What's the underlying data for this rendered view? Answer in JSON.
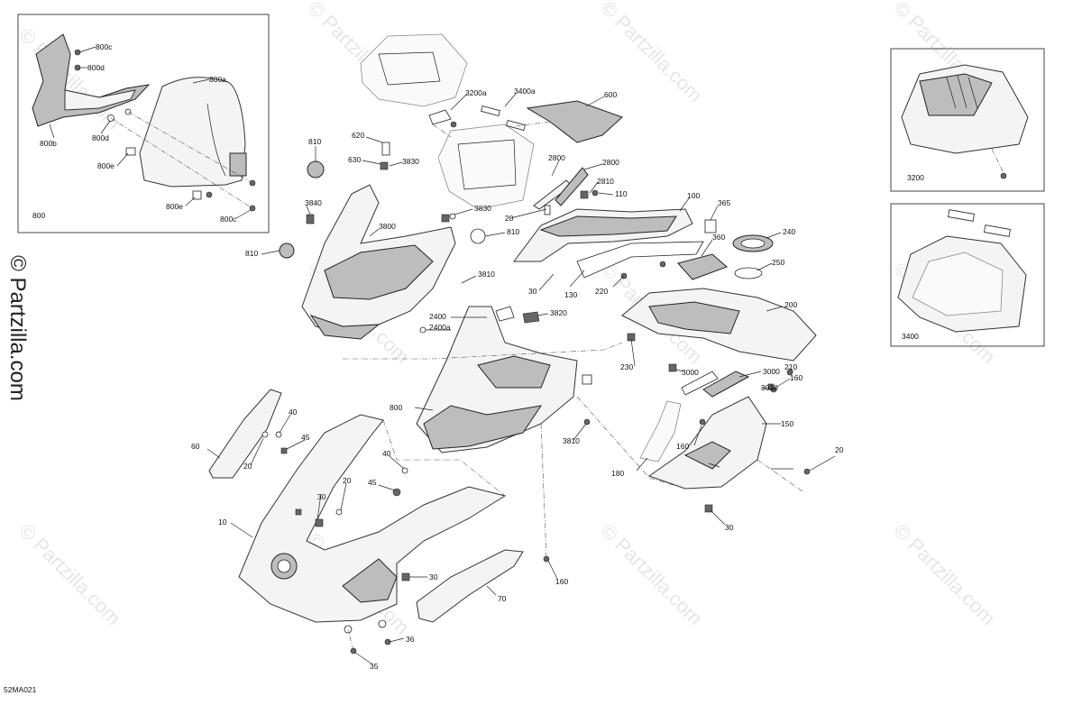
{
  "watermark": "© Partzilla.com",
  "diagram_code": "52MA021",
  "insets": {
    "left": "800",
    "top_right": "3200",
    "bottom_right": "3400"
  },
  "labels": [
    {
      "id": "l800c_1",
      "text": "800c"
    },
    {
      "id": "l800d_1",
      "text": "800d"
    },
    {
      "id": "l800a",
      "text": "800a"
    },
    {
      "id": "l800b",
      "text": "800b"
    },
    {
      "id": "l800d_2",
      "text": "800d"
    },
    {
      "id": "l800e_1",
      "text": "800e"
    },
    {
      "id": "l800e_2",
      "text": "800e"
    },
    {
      "id": "l800c_2",
      "text": "800c"
    },
    {
      "id": "l3200a",
      "text": "3200a"
    },
    {
      "id": "l3400a",
      "text": "3400a"
    },
    {
      "id": "l600",
      "text": "600"
    },
    {
      "id": "l620",
      "text": "620"
    },
    {
      "id": "l810_1",
      "text": "810"
    },
    {
      "id": "l630",
      "text": "630"
    },
    {
      "id": "l3830_1",
      "text": "3830"
    },
    {
      "id": "l2800_1",
      "text": "2800"
    },
    {
      "id": "l2800_2",
      "text": "2800"
    },
    {
      "id": "l2810",
      "text": "2810"
    },
    {
      "id": "l110",
      "text": "110"
    },
    {
      "id": "l3840",
      "text": "3840"
    },
    {
      "id": "l3830_2",
      "text": "3830"
    },
    {
      "id": "l20_1",
      "text": "20"
    },
    {
      "id": "l100",
      "text": "100"
    },
    {
      "id": "l365",
      "text": "365"
    },
    {
      "id": "l3800",
      "text": "3800"
    },
    {
      "id": "l810_2",
      "text": "810"
    },
    {
      "id": "l360",
      "text": "360"
    },
    {
      "id": "l240",
      "text": "240"
    },
    {
      "id": "l810_3",
      "text": "810"
    },
    {
      "id": "l250",
      "text": "250"
    },
    {
      "id": "l3810_1",
      "text": "3810"
    },
    {
      "id": "l30_1",
      "text": "30"
    },
    {
      "id": "l130",
      "text": "130"
    },
    {
      "id": "l220",
      "text": "220"
    },
    {
      "id": "l200",
      "text": "200"
    },
    {
      "id": "l2400",
      "text": "2400"
    },
    {
      "id": "l2400a",
      "text": "2400a"
    },
    {
      "id": "l3820",
      "text": "3820"
    },
    {
      "id": "l230",
      "text": "230"
    },
    {
      "id": "l3000_1",
      "text": "3000"
    },
    {
      "id": "l3000_2",
      "text": "3000"
    },
    {
      "id": "l210",
      "text": "210"
    },
    {
      "id": "l3010",
      "text": "3010"
    },
    {
      "id": "l160_1",
      "text": "160"
    },
    {
      "id": "l800",
      "text": "800"
    },
    {
      "id": "l150",
      "text": "150"
    },
    {
      "id": "l3810_2",
      "text": "3810"
    },
    {
      "id": "l160_2",
      "text": "160"
    },
    {
      "id": "l180",
      "text": "180"
    },
    {
      "id": "l20_2",
      "text": "20"
    },
    {
      "id": "l40_1",
      "text": "40"
    },
    {
      "id": "l45_1",
      "text": "45"
    },
    {
      "id": "l60",
      "text": "60"
    },
    {
      "id": "l20_3",
      "text": "20"
    },
    {
      "id": "l40_2",
      "text": "40"
    },
    {
      "id": "l30_2",
      "text": "30"
    },
    {
      "id": "l20_4",
      "text": "20"
    },
    {
      "id": "l45_2",
      "text": "45"
    },
    {
      "id": "l30_3",
      "text": "30"
    },
    {
      "id": "l10",
      "text": "10"
    },
    {
      "id": "l160_3",
      "text": "160"
    },
    {
      "id": "l30_4",
      "text": "30"
    },
    {
      "id": "l70",
      "text": "70"
    },
    {
      "id": "l36",
      "text": "36"
    },
    {
      "id": "l35",
      "text": "35"
    }
  ]
}
